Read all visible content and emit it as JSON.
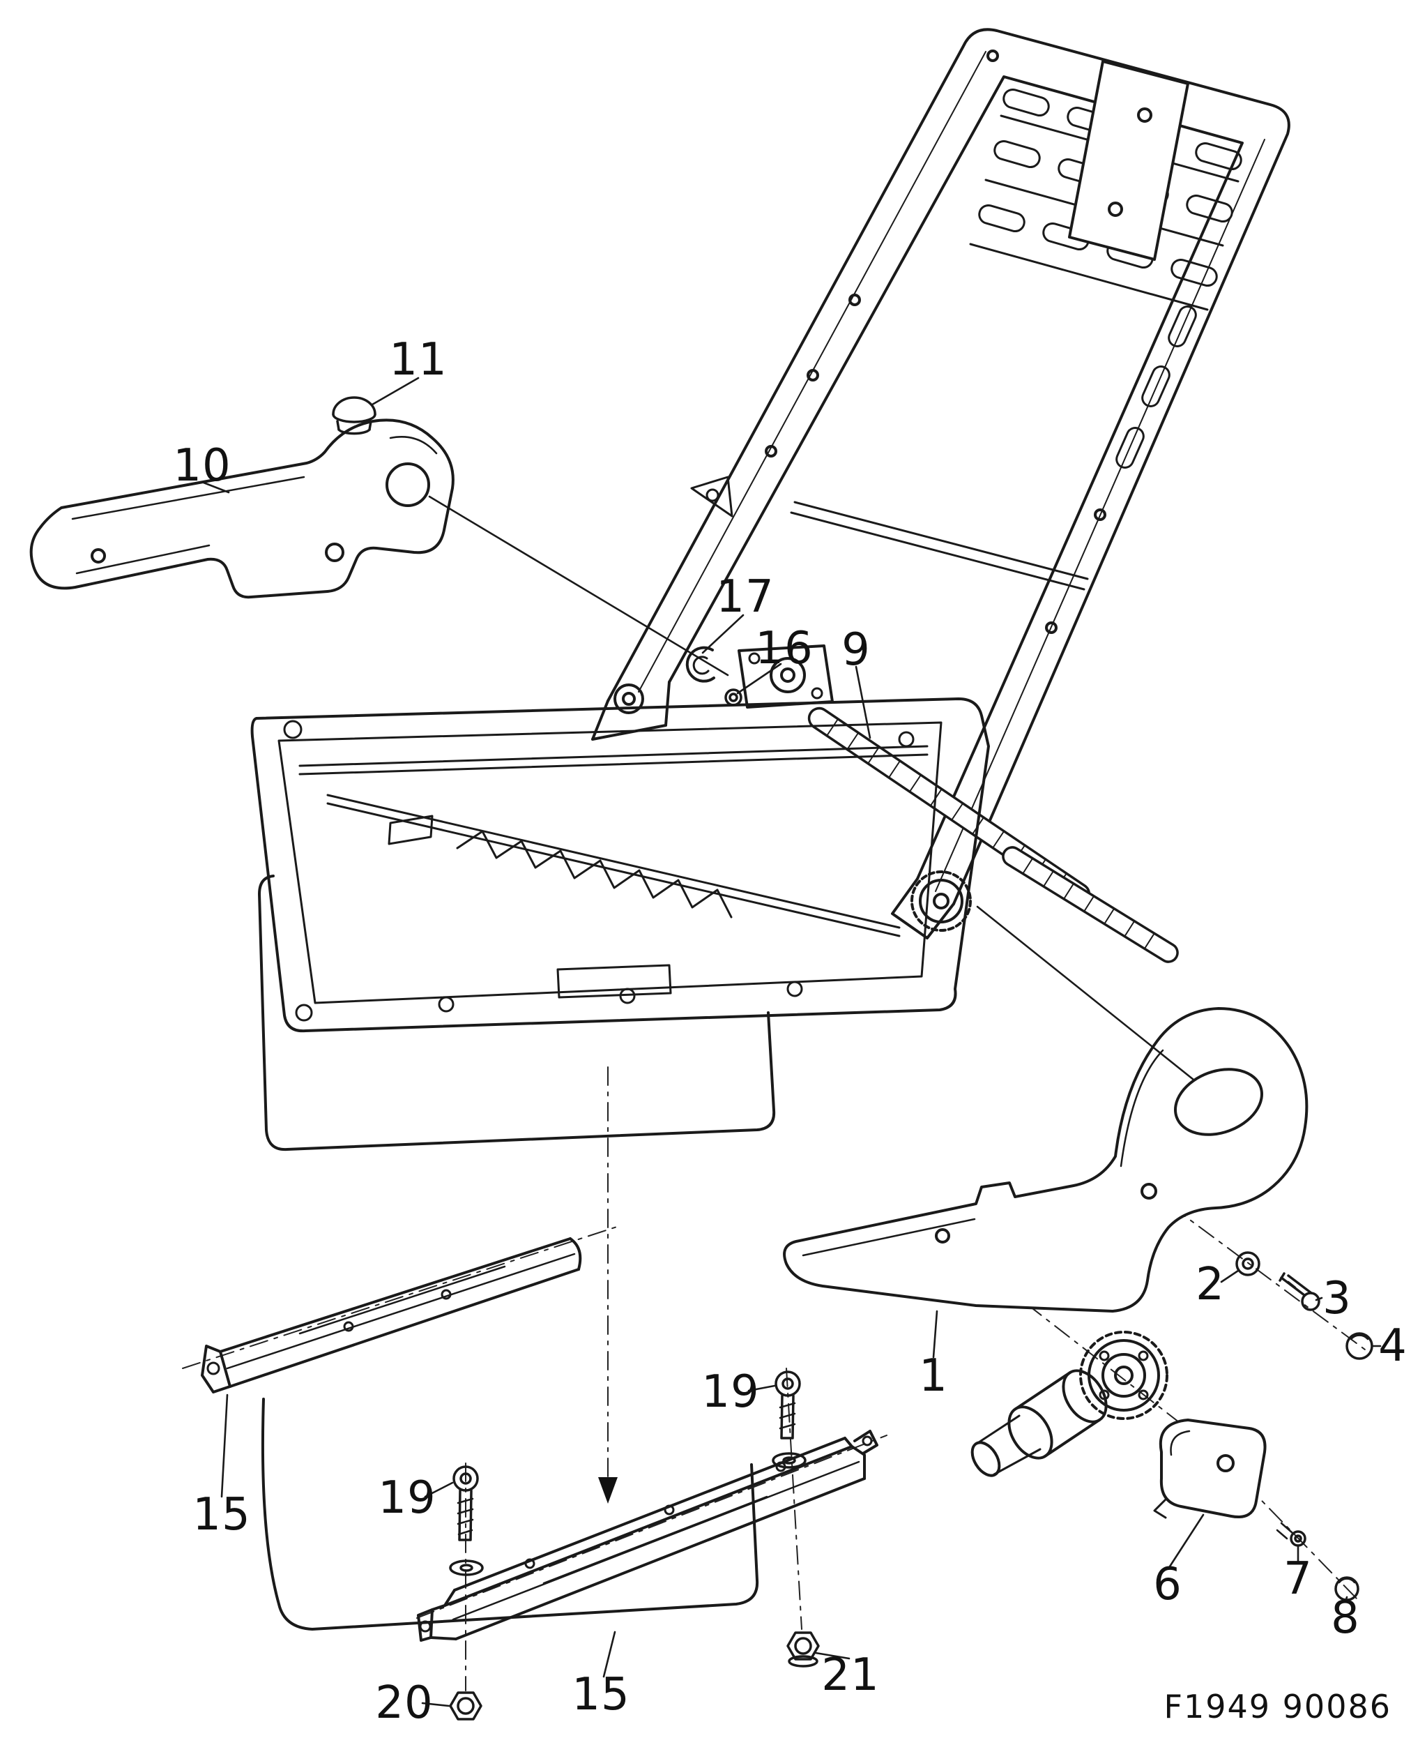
{
  "figure": {
    "code": "F1949 90086",
    "description": "Exploded parts diagram of a vehicle seat frame"
  },
  "colors": {
    "line": "#1a1a1a",
    "background": "#ffffff"
  },
  "callouts": {
    "c1": "1",
    "c2": "2",
    "c3": "3",
    "c4": "4",
    "c6": "6",
    "c7": "7",
    "c8": "8",
    "c9": "9",
    "c10": "10",
    "c11": "11",
    "c15a": "15",
    "c15b": "15",
    "c16": "16",
    "c17": "17",
    "c19a": "19",
    "c19b": "19",
    "c20": "20",
    "c21": "21"
  }
}
